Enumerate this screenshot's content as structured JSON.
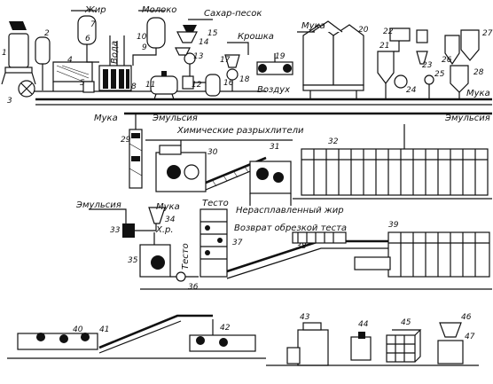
{
  "labels": {
    "zhir": "Жир",
    "moloko": "Молоко",
    "sakhar": "Сахар-песок",
    "kroshka": "Крошка",
    "muka_top": "Мука",
    "voda": "Вода",
    "vozdukh": "Воздух",
    "muka_right": "Мука",
    "emulsiya_right": "Эмульсия",
    "muka_mid": "Мука",
    "emulsiya_mid": "Эмульсия",
    "razryhliteli": "Химические разрыхлители",
    "emulsiya_left": "Эмульсия",
    "muka_small": "Мука",
    "testo_mid": "Тесто",
    "khr": "Х.р.",
    "testo_vert": "Тесто",
    "neraspl_zhir": "Нерасплавленный жир",
    "vozvrat": "Возврат обрезкой теста"
  },
  "numbers": [
    "1",
    "2",
    "3",
    "4",
    "5",
    "6",
    "7",
    "8",
    "9",
    "10",
    "11",
    "12",
    "13",
    "14",
    "15",
    "16",
    "17",
    "18",
    "19",
    "20",
    "21",
    "22",
    "23",
    "24",
    "25",
    "26",
    "27",
    "28",
    "29",
    "30",
    "31",
    "32",
    "33",
    "34",
    "35",
    "36",
    "37",
    "38",
    "39",
    "40",
    "41",
    "42",
    "43",
    "44",
    "45",
    "46",
    "47"
  ]
}
